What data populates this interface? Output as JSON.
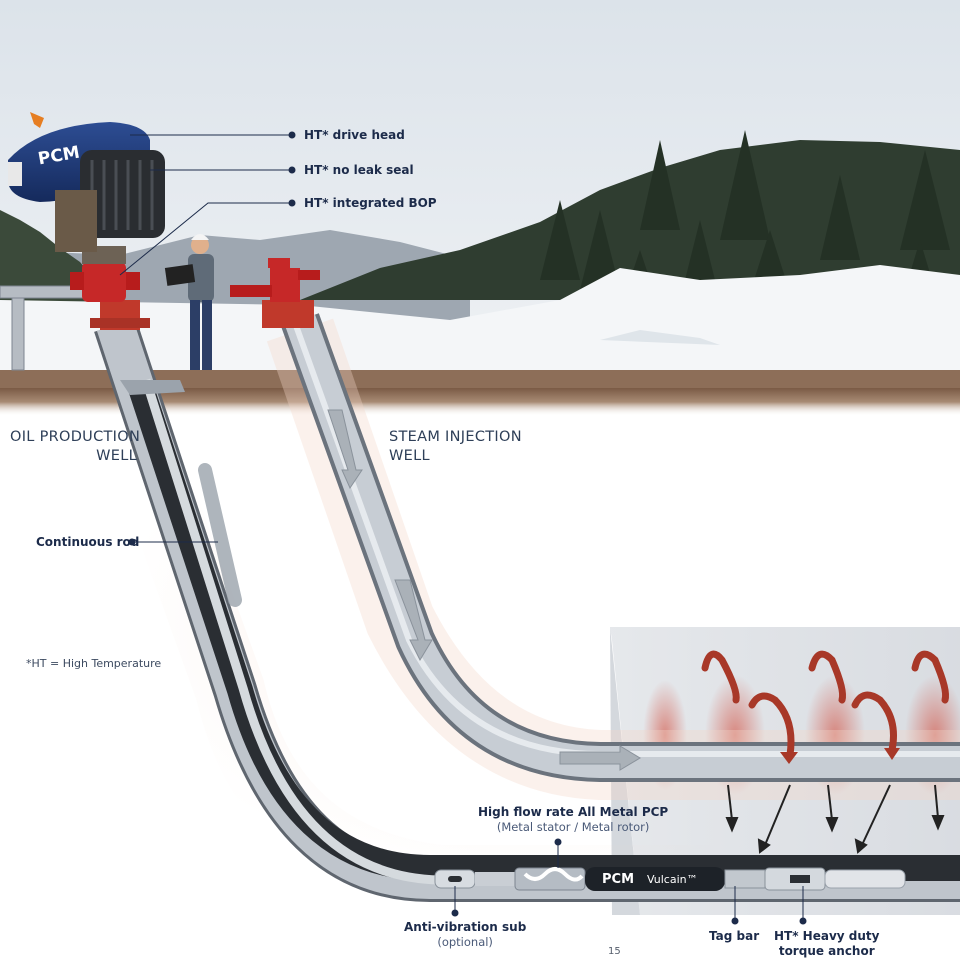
{
  "callouts": {
    "drive_head": "HT* drive head",
    "no_leak_seal": "HT* no leak seal",
    "integrated_bop": "HT* integrated BOP",
    "continuous_rod": "Continuous rod",
    "pcp_title": "High flow rate All Metal PCP",
    "pcp_sub": "(Metal stator / Metal rotor)",
    "anti_vibration_title": "Anti-vibration sub",
    "anti_vibration_sub": "(optional)",
    "tag_bar": "Tag bar",
    "torque_anchor_line1": "HT* Heavy duty",
    "torque_anchor_line2": "torque anchor"
  },
  "wells": {
    "production_line1": "OIL PRODUCTION",
    "production_line2": "WELL",
    "injection_line1": "STEAM INJECTION",
    "injection_line2": "WELL"
  },
  "footnote": "*HT = High Temperature",
  "page_number": "15",
  "brand": {
    "drive_head_logo": "PCM",
    "pump_logo": "PCM",
    "pump_name": "Vulcain™"
  },
  "colors": {
    "callout_text": "#1c2b4a",
    "well_label": "#2e3f58",
    "wellhead_red": "#c62828",
    "drive_head_blue": "#1f3a7a",
    "steam_red": "#b23a2a",
    "sky": "#e3e9ee",
    "snow": "#f4f6f8"
  },
  "icons": [
    "pcm-logo-icon",
    "callout-dot-icon",
    "steam-arrow-icon",
    "oil-flow-arrow-icon"
  ]
}
